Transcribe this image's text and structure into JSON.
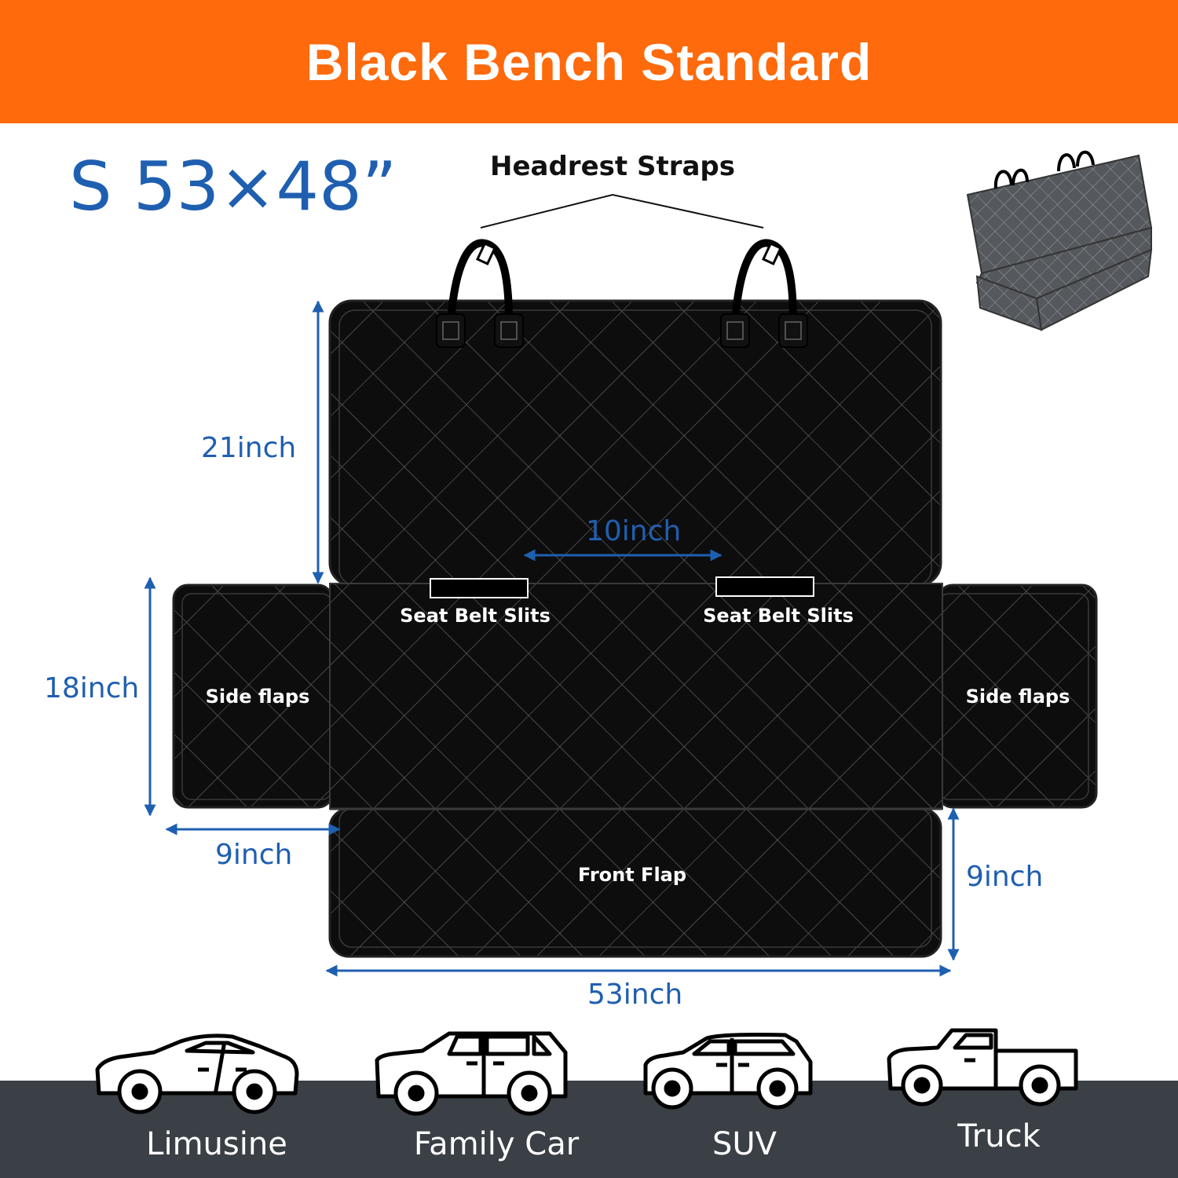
{
  "header": {
    "title": "Black Bench Standard"
  },
  "size_label": "S 53×48”",
  "headrest_label": "Headrest Straps",
  "dimensions": {
    "back_height": "21inch",
    "belt_spacing": "10inch",
    "side_height": "18inch",
    "side_width": "9inch",
    "front_height": "9inch",
    "total_width": "53inch"
  },
  "panel_labels": {
    "seat_belt_left": "Seat Belt Slits",
    "seat_belt_right": "Seat Belt Slits",
    "side_left": "Side flaps",
    "side_right": "Side flaps",
    "front": "Front Flap"
  },
  "vehicles": [
    {
      "label": "Limusine",
      "icon": "sedan-icon"
    },
    {
      "label": "Family Car",
      "icon": "wagon-icon"
    },
    {
      "label": "SUV",
      "icon": "suv-icon"
    },
    {
      "label": "Truck",
      "icon": "truck-icon"
    }
  ],
  "colors": {
    "header_bg": "#fe6a0c",
    "dimension_blue": "#1f5fb0",
    "mat_black": "#0d0d0d",
    "footer_bg": "#3a4045"
  }
}
